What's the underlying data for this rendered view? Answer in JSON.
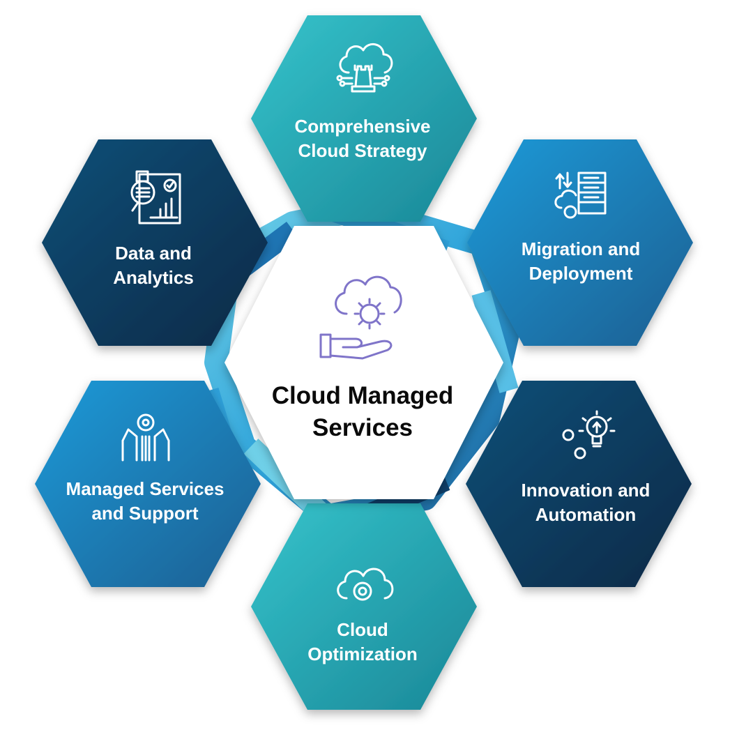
{
  "center": {
    "title_line1": "Cloud Managed",
    "title_line2": "Services",
    "icon": "cloud-gear-hand-icon"
  },
  "nodes": [
    {
      "id": "strategy",
      "line1": "Comprehensive",
      "line2": "Cloud Strategy",
      "icon": "cloud-chess-rook-icon"
    },
    {
      "id": "migration",
      "line1": "Migration and",
      "line2": "Deployment",
      "icon": "server-cloud-gear-icon"
    },
    {
      "id": "innovation",
      "line1": "Innovation and",
      "line2": "Automation",
      "icon": "gears-lightbulb-icon"
    },
    {
      "id": "optimization",
      "line1": "Cloud",
      "line2": "Optimization",
      "icon": "cloud-gear-icon"
    },
    {
      "id": "managed",
      "line1": "Managed Services",
      "line2": "and Support",
      "icon": "hands-gear-icon"
    },
    {
      "id": "analytics",
      "line1": "Data and",
      "line2": "Analytics",
      "icon": "report-magnifier-chart-icon"
    }
  ],
  "colors": {
    "teal": "#2db6c2",
    "teal_dark": "#1d8f9c",
    "blue": "#1d8fcd",
    "blue_dark": "#1e6b9c",
    "navy": "#0e4a72",
    "navy_dark": "#0a2a48",
    "ribbon_light": "#6fd0e8",
    "ribbon_mid": "#2e9fd8",
    "ribbon_dark": "#1b5f98",
    "center_fill": "#ffffff",
    "center_text": "#0a0a0a",
    "center_icon": "#7f74c9"
  }
}
